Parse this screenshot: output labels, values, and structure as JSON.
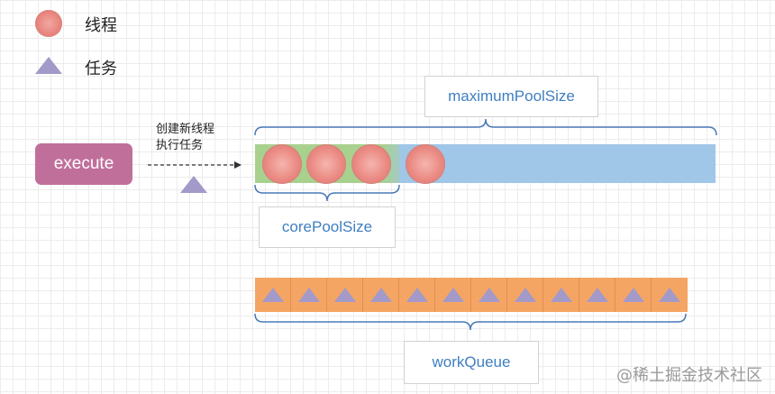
{
  "legend": {
    "thread_label": "线程",
    "task_label": "任务"
  },
  "execute": {
    "label": "execute",
    "arrow_text_line1": "创建新线程",
    "arrow_text_line2": "执行任务"
  },
  "pool": {
    "maximum_label": "maximumPoolSize",
    "core_label": "corePoolSize",
    "core_thread_count": 3,
    "extra_thread_count": 1,
    "colors": {
      "core": "#a9d18e",
      "max": "#a0c6e8",
      "thread": "#ea8a83"
    }
  },
  "queue": {
    "label": "workQueue",
    "task_count": 12,
    "color": "#f4a564"
  },
  "watermark": "@稀土掘金技术社区"
}
